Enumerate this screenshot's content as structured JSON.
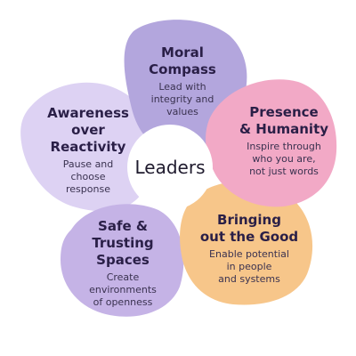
{
  "center": {
    "label": "Leaders"
  },
  "petals": [
    {
      "id": "moral-compass",
      "title": "Moral\nCompass",
      "desc": "Lead with\nintegrity and\nvalues",
      "color": "#b3a6dd"
    },
    {
      "id": "presence-humanity",
      "title": "Presence\n& Humanity",
      "desc": "Inspire through\nwho you are,\nnot just words",
      "color": "#f2a9c6"
    },
    {
      "id": "bringing-out-the-good",
      "title": "Bringing\nout the Good",
      "desc": "Enable potential\nin people\nand systems",
      "color": "#f7c68a"
    },
    {
      "id": "safe-trusting-spaces",
      "title": "Safe &\nTrusting\nSpaces",
      "desc": "Create\nenvironments\nof openness",
      "color": "#c5b3e6"
    },
    {
      "id": "awareness-over-reactivity",
      "title": "Awareness\nover\nReactivity",
      "desc": "Pause and\nchoose\nresponse",
      "color": "#ddd2f3"
    }
  ],
  "colors": {
    "center_fill": "#ffffff",
    "center_text": "#1f1b2e"
  }
}
